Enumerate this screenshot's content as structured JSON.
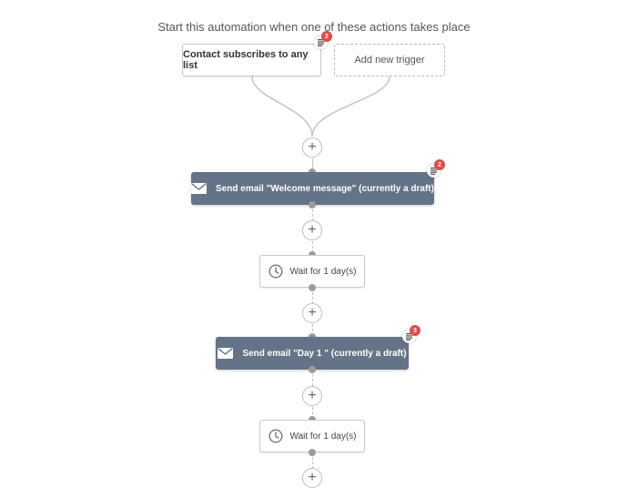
{
  "header": {
    "text": "Start this automation when one of these actions takes place"
  },
  "triggers": [
    {
      "label": "Contact subscribes to any list",
      "note_count": "2"
    },
    {
      "label": "Add new trigger"
    }
  ],
  "steps": {
    "email1": {
      "label": "Send email \"Welcome message\" (currently a draft)",
      "note_count": "2"
    },
    "wait1": {
      "label": "Wait for 1 day(s)"
    },
    "email2": {
      "label": "Send email \"Day 1 \" (currently a draft)",
      "note_count": "3"
    },
    "wait2": {
      "label": "Wait for 1 day(s)"
    }
  },
  "plus_symbol": "+",
  "icons": {
    "email": "envelope-icon",
    "wait": "clock-icon",
    "note": "notes-icon"
  },
  "colors": {
    "email_card_bg": "#657388",
    "badge_red": "#e04b4b",
    "connector": "#c4c4c4",
    "dot": "#9c9c9c"
  }
}
